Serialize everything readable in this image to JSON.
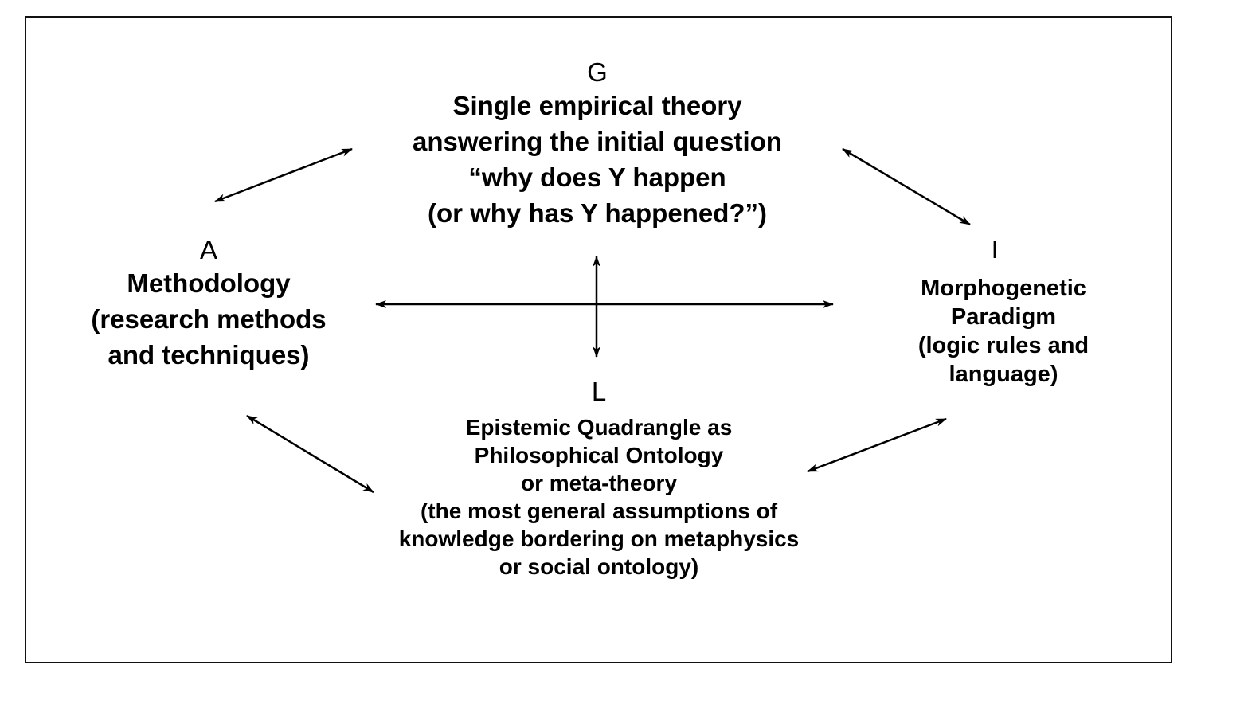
{
  "diagram": {
    "nodes": {
      "g": {
        "letter": "G",
        "lines": [
          "Single empirical theory",
          "answering the initial question",
          "“why does Y happen",
          "(or why has Y happened?”)"
        ]
      },
      "a": {
        "letter": "A",
        "lines": [
          "Methodology",
          "(research methods",
          "and techniques)"
        ]
      },
      "i": {
        "letter": "I",
        "lines": [
          "Morphogenetic",
          "Paradigm",
          "(logic rules and",
          "language)"
        ]
      },
      "l": {
        "letter": "L",
        "lines": [
          "Epistemic Quadrangle as",
          "Philosophical Ontology",
          "or meta-theory",
          "(the most general assumptions of",
          "knowledge bordering on metaphysics",
          "or social ontology)"
        ]
      }
    },
    "connections": [
      {
        "from": "A",
        "to": "G",
        "type": "bidirectional"
      },
      {
        "from": "G",
        "to": "I",
        "type": "bidirectional"
      },
      {
        "from": "A",
        "to": "L",
        "type": "bidirectional"
      },
      {
        "from": "L",
        "to": "I",
        "type": "bidirectional"
      },
      {
        "from": "A",
        "to": "I",
        "type": "bidirectional"
      },
      {
        "from": "G",
        "to": "L",
        "type": "bidirectional"
      }
    ],
    "colors": {
      "line": "#000000",
      "frame": "#111111",
      "background": "#ffffff"
    }
  }
}
